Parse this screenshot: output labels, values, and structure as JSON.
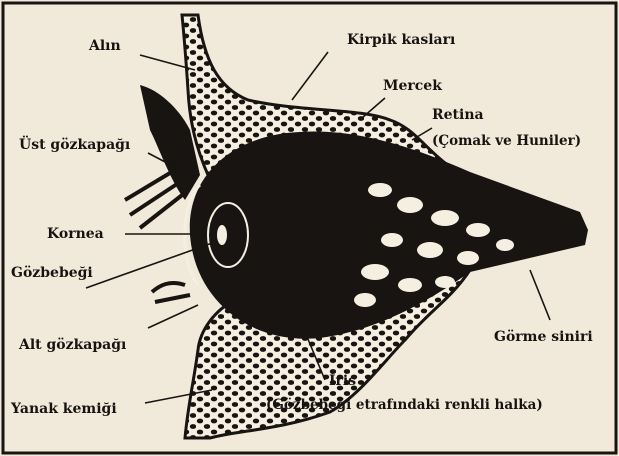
{
  "colors": {
    "paper": "#f1eadb",
    "ink": "#171411",
    "bone_fill": "#f5efe2"
  },
  "labels": {
    "alin": "Alın",
    "kirpik_kaslari": "Kirpik kasları",
    "mercek": "Mercek",
    "retina": "Retina",
    "retina_note": "(Çomak ve Huniler)",
    "ust_gozkapagi": "Üst gözkapağı",
    "kornea": "Kornea",
    "gozbebegi": "Gözbebeği",
    "alt_gozkapagi": "Alt gözkapağı",
    "yanak_kemigi": "Yanak kemiği",
    "iris": "İris",
    "iris_note": "(Gözbebeği etrafındaki renkli halka)",
    "gorme_siniri": "Görme siniri"
  }
}
